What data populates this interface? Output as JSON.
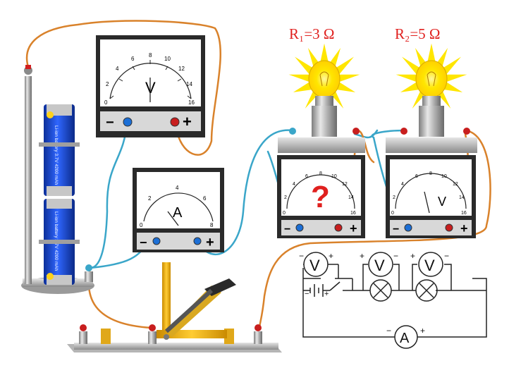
{
  "labels": {
    "r1": "R₁=3 Ω",
    "r2": "R₂=5 Ω"
  },
  "voltmeter_top": {
    "symbol": "V",
    "ticks": [
      "0",
      "2",
      "4",
      "6",
      "8",
      "10",
      "12",
      "14",
      "16"
    ],
    "minus": "−",
    "plus": "+"
  },
  "ammeter": {
    "symbol": "A",
    "ticks": [
      "0",
      "2",
      "4",
      "6",
      "8"
    ],
    "minus": "−",
    "plus": "+"
  },
  "voltmeter_r1": {
    "symbol": "?",
    "ticks": [
      "0",
      "2",
      "4",
      "6",
      "8",
      "10",
      "12",
      "14",
      "16"
    ],
    "minus": "−",
    "plus": "+"
  },
  "voltmeter_r2": {
    "symbol": "V",
    "ticks": [
      "0",
      "2",
      "4",
      "6",
      "8",
      "10",
      "12",
      "14",
      "16"
    ],
    "minus": "−",
    "plus": "+"
  },
  "battery": {
    "cell_text": "Li-ion battery 3.7V 4200 mAh"
  },
  "schematic": {
    "v_symbol": "V",
    "a_symbol": "A",
    "minus": "−",
    "plus": "+"
  },
  "colors": {
    "bulb_glow": "#ffe600",
    "wire_orange": "#d9822b",
    "wire_blue": "#3aa6c9",
    "label_red": "#e0201e",
    "battery_blue": "#1f4fd0",
    "question_red": "#e0201e"
  }
}
